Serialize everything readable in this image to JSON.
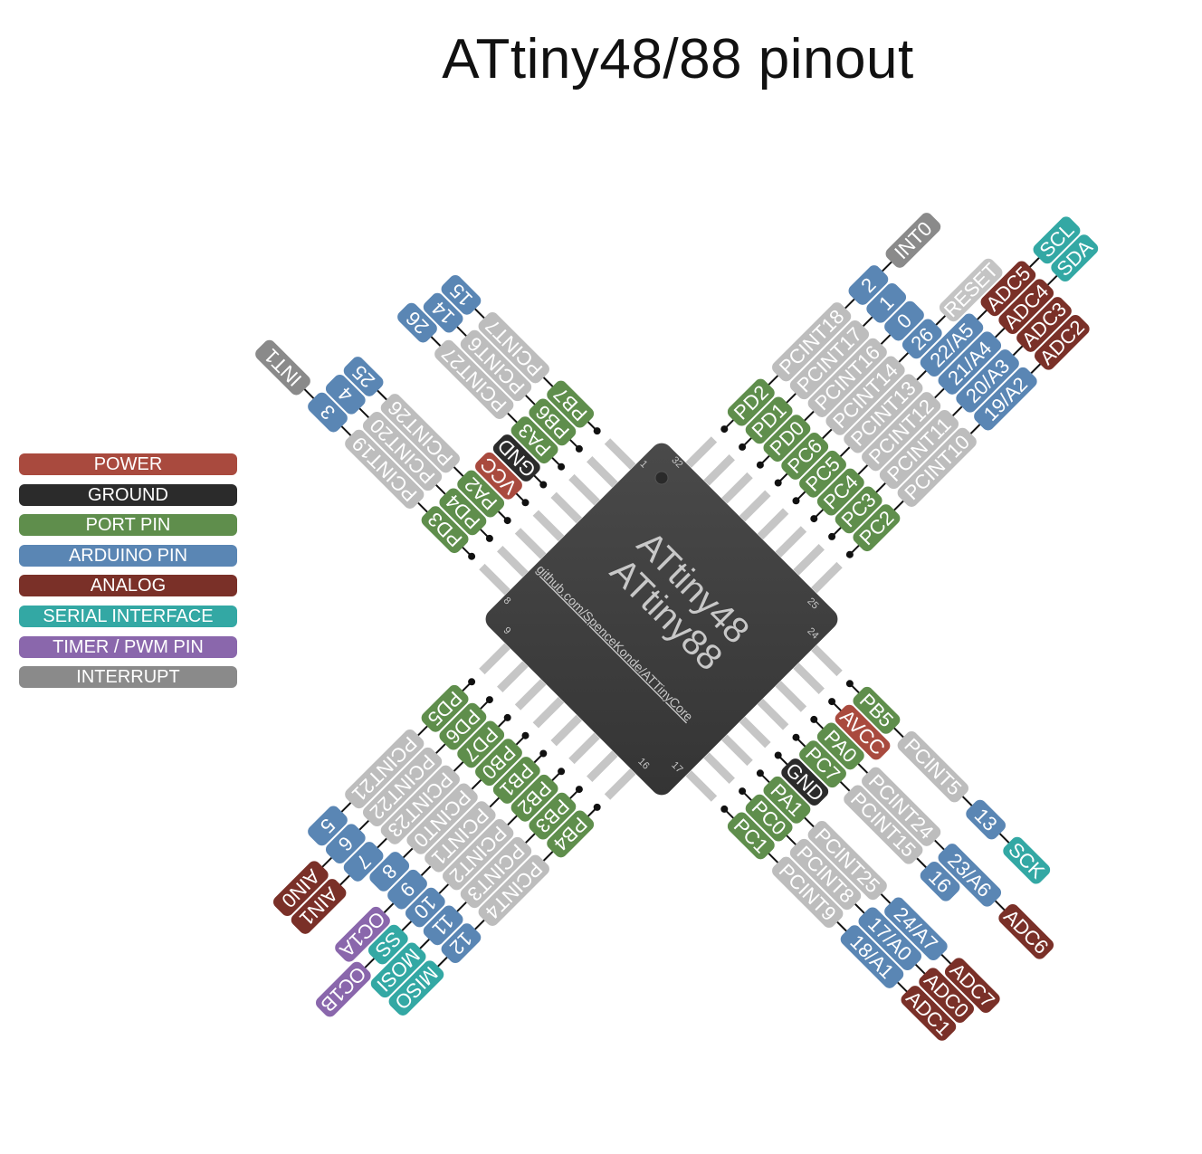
{
  "title": "ATtiny48/88 pinout",
  "chip": {
    "line1": "ATtiny48",
    "line2": "ATtiny88",
    "url": "github.com/SpenceKonde/ATTinyCore",
    "pin_numbers": [
      "1",
      "32",
      "8",
      "9",
      "25",
      "24",
      "16",
      "17"
    ]
  },
  "legend": [
    {
      "label": "POWER",
      "color": "#a94a3e"
    },
    {
      "label": "GROUND",
      "color": "#2b2b2b"
    },
    {
      "label": "PORT PIN",
      "color": "#5f8e4c"
    },
    {
      "label": "ARDUINO PIN",
      "color": "#5a86b4"
    },
    {
      "label": "ANALOG",
      "color": "#7a3028"
    },
    {
      "label": "SERIAL INTERFACE",
      "color": "#33a8a4"
    },
    {
      "label": "TIMER / PWM PIN",
      "color": "#8a67ac"
    },
    {
      "label": "INTERRUPT",
      "color": "#8a8a8a"
    }
  ],
  "colors": {
    "power": "#a94a3e",
    "ground": "#2b2b2b",
    "port": "#5f8e4c",
    "arduino": "#5a86b4",
    "analog": "#7a3028",
    "serial": "#33a8a4",
    "pwm": "#8a67ac",
    "interrupt": "#8a8a8a",
    "pcint": "#bdbdbd",
    "reset": "#c4c4c4",
    "chip": "#3c3c3c"
  },
  "pins": [
    {
      "side": "top",
      "pos": 1,
      "labels": [
        {
          "t": "PD3",
          "k": "port"
        },
        {
          "t": "PCINT19",
          "k": "pcint"
        },
        {
          "t": "3",
          "k": "arduino"
        },
        {
          "t": "INT1",
          "k": "interrupt"
        }
      ]
    },
    {
      "side": "top",
      "pos": 2,
      "labels": [
        {
          "t": "PD4",
          "k": "port"
        },
        {
          "t": "PCINT20",
          "k": "pcint"
        },
        {
          "t": "4",
          "k": "arduino"
        }
      ]
    },
    {
      "side": "top",
      "pos": 3,
      "labels": [
        {
          "t": "PA2",
          "k": "port"
        },
        {
          "t": "PCINT26",
          "k": "pcint"
        },
        {
          "t": "25",
          "k": "arduino"
        }
      ]
    },
    {
      "side": "top",
      "pos": 4,
      "labels": [
        {
          "t": "VCC",
          "k": "power"
        }
      ]
    },
    {
      "side": "top",
      "pos": 5,
      "labels": [
        {
          "t": "GND",
          "k": "ground"
        }
      ]
    },
    {
      "side": "top",
      "pos": 6,
      "labels": [
        {
          "t": "PA3",
          "k": "port"
        },
        {
          "t": "PCINT27",
          "k": "pcint"
        },
        {
          "t": "26",
          "k": "arduino"
        }
      ]
    },
    {
      "side": "top",
      "pos": 7,
      "labels": [
        {
          "t": "PB6",
          "k": "port"
        },
        {
          "t": "PCINT6",
          "k": "pcint"
        },
        {
          "t": "14",
          "k": "arduino"
        }
      ]
    },
    {
      "side": "top",
      "pos": 8,
      "labels": [
        {
          "t": "PB7",
          "k": "port"
        },
        {
          "t": "PCINT7",
          "k": "pcint"
        },
        {
          "t": "15",
          "k": "arduino"
        }
      ]
    },
    {
      "side": "right",
      "pos": 1,
      "labels": [
        {
          "t": "PD2",
          "k": "port"
        },
        {
          "t": "PCINT18",
          "k": "pcint"
        },
        {
          "t": "2",
          "k": "arduino"
        },
        {
          "t": "INT0",
          "k": "interrupt"
        }
      ]
    },
    {
      "side": "right",
      "pos": 2,
      "labels": [
        {
          "t": "PD1",
          "k": "port"
        },
        {
          "t": "PCINT17",
          "k": "pcint"
        },
        {
          "t": "1",
          "k": "arduino"
        }
      ]
    },
    {
      "side": "right",
      "pos": 3,
      "labels": [
        {
          "t": "PD0",
          "k": "port"
        },
        {
          "t": "PCINT16",
          "k": "pcint"
        },
        {
          "t": "0",
          "k": "arduino"
        }
      ]
    },
    {
      "side": "right",
      "pos": 4,
      "labels": [
        {
          "t": "PC6",
          "k": "port"
        },
        {
          "t": "PCINT14",
          "k": "pcint"
        },
        {
          "t": "26",
          "k": "arduino"
        },
        {
          "t": "RESET",
          "k": "reset"
        }
      ]
    },
    {
      "side": "right",
      "pos": 5,
      "labels": [
        {
          "t": "PC5",
          "k": "port"
        },
        {
          "t": "PCINT13",
          "k": "pcint"
        },
        {
          "t": "22/A5",
          "k": "arduino"
        },
        {
          "t": "ADC5",
          "k": "analog"
        },
        {
          "t": "SCL",
          "k": "serial"
        }
      ]
    },
    {
      "side": "right",
      "pos": 6,
      "labels": [
        {
          "t": "PC4",
          "k": "port"
        },
        {
          "t": "PCINT12",
          "k": "pcint"
        },
        {
          "t": "21/A4",
          "k": "arduino"
        },
        {
          "t": "ADC4",
          "k": "analog"
        },
        {
          "t": "SDA",
          "k": "serial"
        }
      ]
    },
    {
      "side": "right",
      "pos": 7,
      "labels": [
        {
          "t": "PC3",
          "k": "port"
        },
        {
          "t": "PCINT11",
          "k": "pcint"
        },
        {
          "t": "20/A3",
          "k": "arduino"
        },
        {
          "t": "ADC3",
          "k": "analog"
        }
      ]
    },
    {
      "side": "right",
      "pos": 8,
      "labels": [
        {
          "t": "PC2",
          "k": "port"
        },
        {
          "t": "PCINT10",
          "k": "pcint"
        },
        {
          "t": "19/A2",
          "k": "arduino"
        },
        {
          "t": "ADC2",
          "k": "analog"
        }
      ]
    },
    {
      "side": "left",
      "pos": 1,
      "labels": [
        {
          "t": "PD5",
          "k": "port"
        },
        {
          "t": "PCINT21",
          "k": "pcint"
        },
        {
          "t": "5",
          "k": "arduino"
        }
      ]
    },
    {
      "side": "left",
      "pos": 2,
      "labels": [
        {
          "t": "PD6",
          "k": "port"
        },
        {
          "t": "PCINT22",
          "k": "pcint"
        },
        {
          "t": "6",
          "k": "arduino"
        },
        {
          "t": "AIN0",
          "k": "analog"
        }
      ]
    },
    {
      "side": "left",
      "pos": 3,
      "labels": [
        {
          "t": "PD7",
          "k": "port"
        },
        {
          "t": "PCINT23",
          "k": "pcint"
        },
        {
          "t": "7",
          "k": "arduino"
        },
        {
          "t": "AIN1",
          "k": "analog"
        }
      ]
    },
    {
      "side": "left",
      "pos": 4,
      "labels": [
        {
          "t": "PB0",
          "k": "port"
        },
        {
          "t": "PCINT0",
          "k": "pcint"
        },
        {
          "t": "8",
          "k": "arduino"
        }
      ]
    },
    {
      "side": "left",
      "pos": 5,
      "labels": [
        {
          "t": "PB1",
          "k": "port"
        },
        {
          "t": "PCINT1",
          "k": "pcint"
        },
        {
          "t": "9",
          "k": "arduino"
        },
        {
          "t": "OC1A",
          "k": "pwm"
        }
      ]
    },
    {
      "side": "left",
      "pos": 6,
      "labels": [
        {
          "t": "PB2",
          "k": "port"
        },
        {
          "t": "PCINT2",
          "k": "pcint"
        },
        {
          "t": "10",
          "k": "arduino"
        },
        {
          "t": "SS",
          "k": "serial"
        },
        {
          "t": "OC1B",
          "k": "pwm"
        }
      ]
    },
    {
      "side": "left",
      "pos": 7,
      "labels": [
        {
          "t": "PB3",
          "k": "port"
        },
        {
          "t": "PCINT3",
          "k": "pcint"
        },
        {
          "t": "11",
          "k": "arduino"
        },
        {
          "t": "MOSI",
          "k": "serial"
        }
      ]
    },
    {
      "side": "left",
      "pos": 8,
      "labels": [
        {
          "t": "PB4",
          "k": "port"
        },
        {
          "t": "PCINT4",
          "k": "pcint"
        },
        {
          "t": "12",
          "k": "arduino"
        },
        {
          "t": "MISO",
          "k": "serial"
        }
      ]
    },
    {
      "side": "bottom",
      "pos": 1,
      "labels": [
        {
          "t": "PC1",
          "k": "port"
        },
        {
          "t": "PCINT9",
          "k": "pcint"
        },
        {
          "t": "18/A1",
          "k": "arduino"
        },
        {
          "t": "ADC1",
          "k": "analog"
        }
      ]
    },
    {
      "side": "bottom",
      "pos": 2,
      "labels": [
        {
          "t": "PC0",
          "k": "port"
        },
        {
          "t": "PCINT8",
          "k": "pcint"
        },
        {
          "t": "17/A0",
          "k": "arduino"
        },
        {
          "t": "ADC0",
          "k": "analog"
        }
      ]
    },
    {
      "side": "bottom",
      "pos": 3,
      "labels": [
        {
          "t": "PA1",
          "k": "port"
        },
        {
          "t": "PCINT25",
          "k": "pcint"
        },
        {
          "t": "24/A7",
          "k": "arduino"
        },
        {
          "t": "ADC7",
          "k": "analog"
        }
      ]
    },
    {
      "side": "bottom",
      "pos": 4,
      "labels": [
        {
          "t": "GND",
          "k": "ground"
        }
      ]
    },
    {
      "side": "bottom",
      "pos": 5,
      "labels": [
        {
          "t": "PC7",
          "k": "port"
        },
        {
          "t": "PCINT15",
          "k": "pcint"
        },
        {
          "t": "16",
          "k": "arduino"
        }
      ]
    },
    {
      "side": "bottom",
      "pos": 6,
      "labels": [
        {
          "t": "PA0",
          "k": "port"
        },
        {
          "t": "PCINT24",
          "k": "pcint"
        },
        {
          "t": "23/A6",
          "k": "arduino"
        },
        {
          "t": "ADC6",
          "k": "analog"
        }
      ]
    },
    {
      "side": "bottom",
      "pos": 7,
      "labels": [
        {
          "t": "AVCC",
          "k": "power"
        }
      ]
    },
    {
      "side": "bottom",
      "pos": 8,
      "labels": [
        {
          "t": "PB5",
          "k": "port"
        },
        {
          "t": "PCINT5",
          "k": "pcint"
        },
        {
          "t": "13",
          "k": "arduino"
        },
        {
          "t": "SCK",
          "k": "serial"
        }
      ]
    }
  ]
}
